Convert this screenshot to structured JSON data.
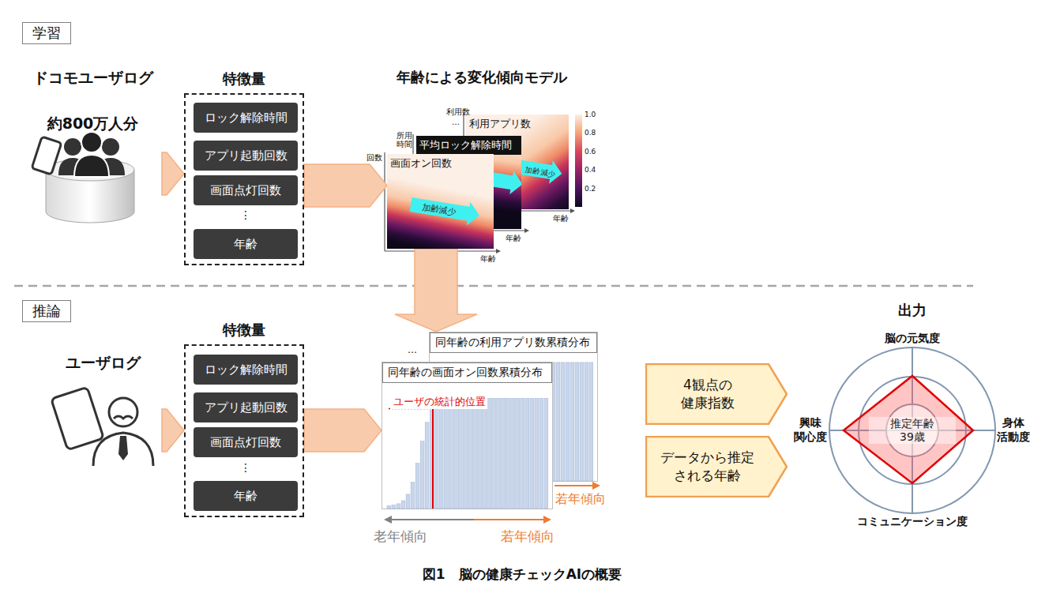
{
  "diagram": {
    "caption": "図1　脳の健康チェックAIの概要",
    "nodes": [
      {
        "text": [
          "学習"
        ]
      },
      {
        "text": [
          "ドコモユーザログ",
          "約800万人分"
        ]
      },
      {
        "text": [
          "特徴量"
        ]
      },
      {
        "text": [
          "ロック解除時間"
        ],
        "in": 2
      },
      {
        "text": [
          "アプリ起動回数"
        ],
        "in": 2
      },
      {
        "text": [
          "画面点灯回数"
        ],
        "in": 2
      },
      {
        "text": [
          "年齢"
        ],
        "in": 2
      },
      {
        "text": [
          "利用アプリ数"
        ]
      },
      {
        "text": [
          "平均ロック解除時間"
        ]
      },
      {
        "text": [
          "画面オン回数"
        ]
      },
      {
        "text": [
          "推論"
        ]
      },
      {
        "text": [
          "ユーザログ"
        ]
      },
      {
        "text": [
          "特徴量"
        ]
      },
      {
        "text": [
          "ロック解除時間"
        ],
        "in": 12
      },
      {
        "text": [
          "アプリ起動回数"
        ],
        "in": 12
      },
      {
        "text": [
          "画面点灯回数"
        ],
        "in": 12
      },
      {
        "text": [
          "年齢"
        ],
        "in": 12
      },
      {
        "text": [
          "同年齢の利用アプリ数累積分布"
        ]
      },
      {
        "text": [
          "同年齢の画面オン回数累積分布"
        ]
      },
      {
        "text": [
          "4観点の 健康指数"
        ]
      },
      {
        "text": [
          "データから推定 される年齢"
        ]
      },
      {
        "text": [
          "推定年齢 39歳"
        ]
      }
    ],
    "edges": [
      {
        "from": 1,
        "to": 2,
        "arrow": "to"
      },
      {
        "from": 2,
        "to": 9,
        "arrow": "to"
      },
      {
        "from": 9,
        "to": 17,
        "arrow": "to"
      },
      {
        "from": 11,
        "to": 12,
        "arrow": "to"
      },
      {
        "from": 12,
        "to": 18,
        "arrow": "to"
      }
    ],
    "labels": [
      "年齢による変化傾向モデル",
      "⋮",
      "利用数",
      "…",
      "所用 時間",
      "回数",
      "年齢",
      "年齢",
      "年齢",
      "加齢減少",
      "加齢減少",
      "1.0",
      "0.8",
      "0.6",
      "0.4",
      "0.2",
      "⋮",
      "…",
      "ユーザの統計的位置",
      "若年傾向",
      "老年傾向",
      "若年傾向",
      "出力",
      "脳の元気度",
      "身体 活動度",
      "コミュニケーション度",
      "興味 関心度"
    ]
  }
}
